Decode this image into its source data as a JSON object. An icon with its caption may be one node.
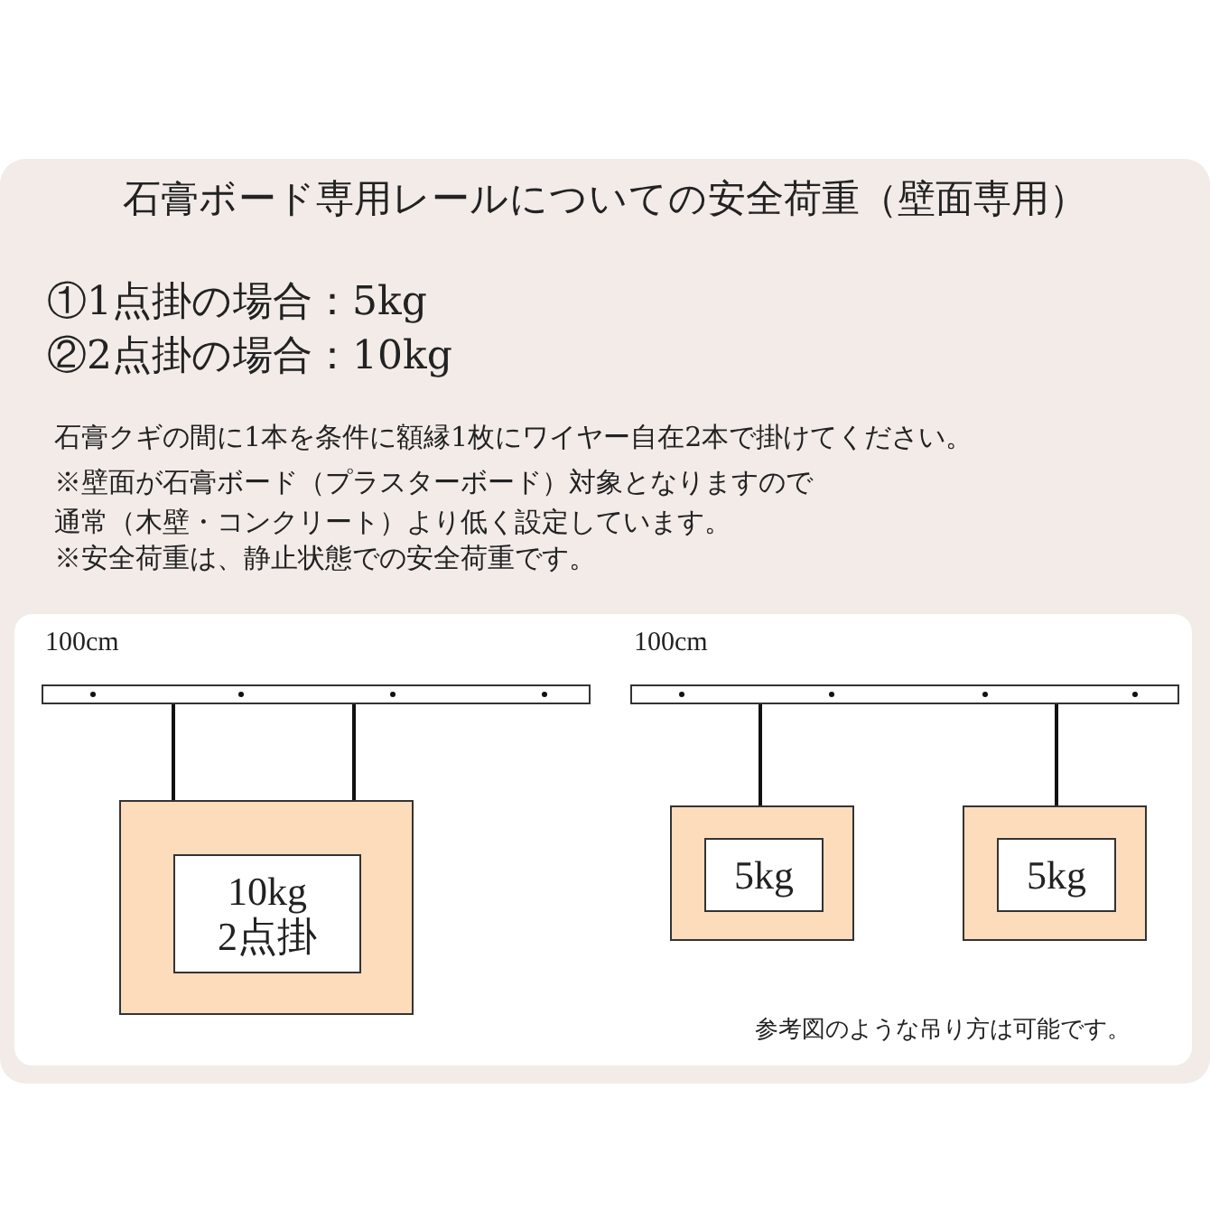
{
  "diagram": {
    "title": "石膏ボード専用レールについての安全荷重（壁面専用）",
    "nodes": [
      {
        "text": [],
        "shape": "bar",
        "beside": [
          "100cm"
        ]
      },
      {
        "text": [],
        "shape": "box"
      },
      {
        "text": [
          "10kg 2点掛"
        ],
        "in": 1
      },
      {
        "text": [],
        "shape": "bar",
        "beside": [
          "100cm"
        ]
      },
      {
        "text": [],
        "shape": "box"
      },
      {
        "text": [
          "5kg"
        ],
        "in": 4
      },
      {
        "text": [],
        "shape": "box"
      },
      {
        "text": [
          "5kg"
        ],
        "in": 6
      }
    ],
    "edges": [
      {
        "from": 0,
        "to": 1,
        "arrow": "none"
      },
      {
        "from": 0,
        "to": 1,
        "arrow": "none"
      },
      {
        "from": 3,
        "to": 4,
        "arrow": "none"
      },
      {
        "from": 3,
        "to": 6,
        "arrow": "none"
      }
    ],
    "labels": [
      "①1点掛の場合：5kg",
      "②2点掛の場合：10kg",
      "石膏クギの間に1本を条件に額縁1枚にワイヤー自在2本で掛けてください。",
      "※壁面が石膏ボード（プラスターボード）対象となりますので通常（木壁・コンクリート）より低く設定しています。",
      "※安全荷重は、静止状態での安全荷重です。",
      "参考図のような吊り方は可能です。"
    ]
  }
}
